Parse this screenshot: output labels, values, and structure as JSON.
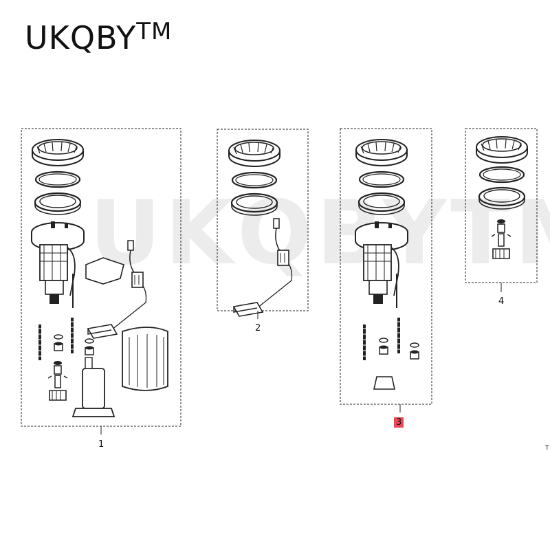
{
  "brand": {
    "name": "UKQBY",
    "mark": "TM"
  },
  "watermark": "UKQBYTM",
  "callouts": [
    {
      "id": "1",
      "label": "1",
      "highlighted": false
    },
    {
      "id": "2",
      "label": "2",
      "highlighted": false
    },
    {
      "id": "3",
      "label": "3",
      "highlighted": true,
      "highlight_color": "#e84b57"
    },
    {
      "id": "4",
      "label": "4",
      "highlighted": false
    }
  ],
  "corner_mark": "T"
}
